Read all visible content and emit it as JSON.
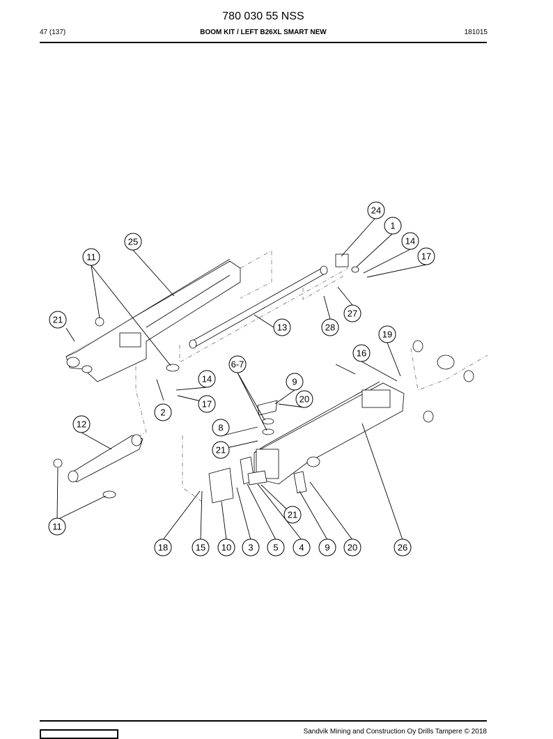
{
  "header": {
    "document_number": "780 030 55 NSS",
    "page_ref": "47 (137)",
    "title": "BOOM KIT / LEFT B26XL SMART NEW",
    "date_code": "181015"
  },
  "callouts": [
    "24",
    "1",
    "25",
    "14",
    "17",
    "11",
    "21",
    "13",
    "28",
    "27",
    "19",
    "16",
    "6-7",
    "9",
    "20",
    "14",
    "17",
    "2",
    "12",
    "8",
    "21",
    "11",
    "21",
    "18",
    "15",
    "10",
    "3",
    "5",
    "4",
    "9",
    "20",
    "26"
  ],
  "footer": {
    "copyright": "Sandvik Mining and Construction Oy Drills Tampere © 2018"
  }
}
